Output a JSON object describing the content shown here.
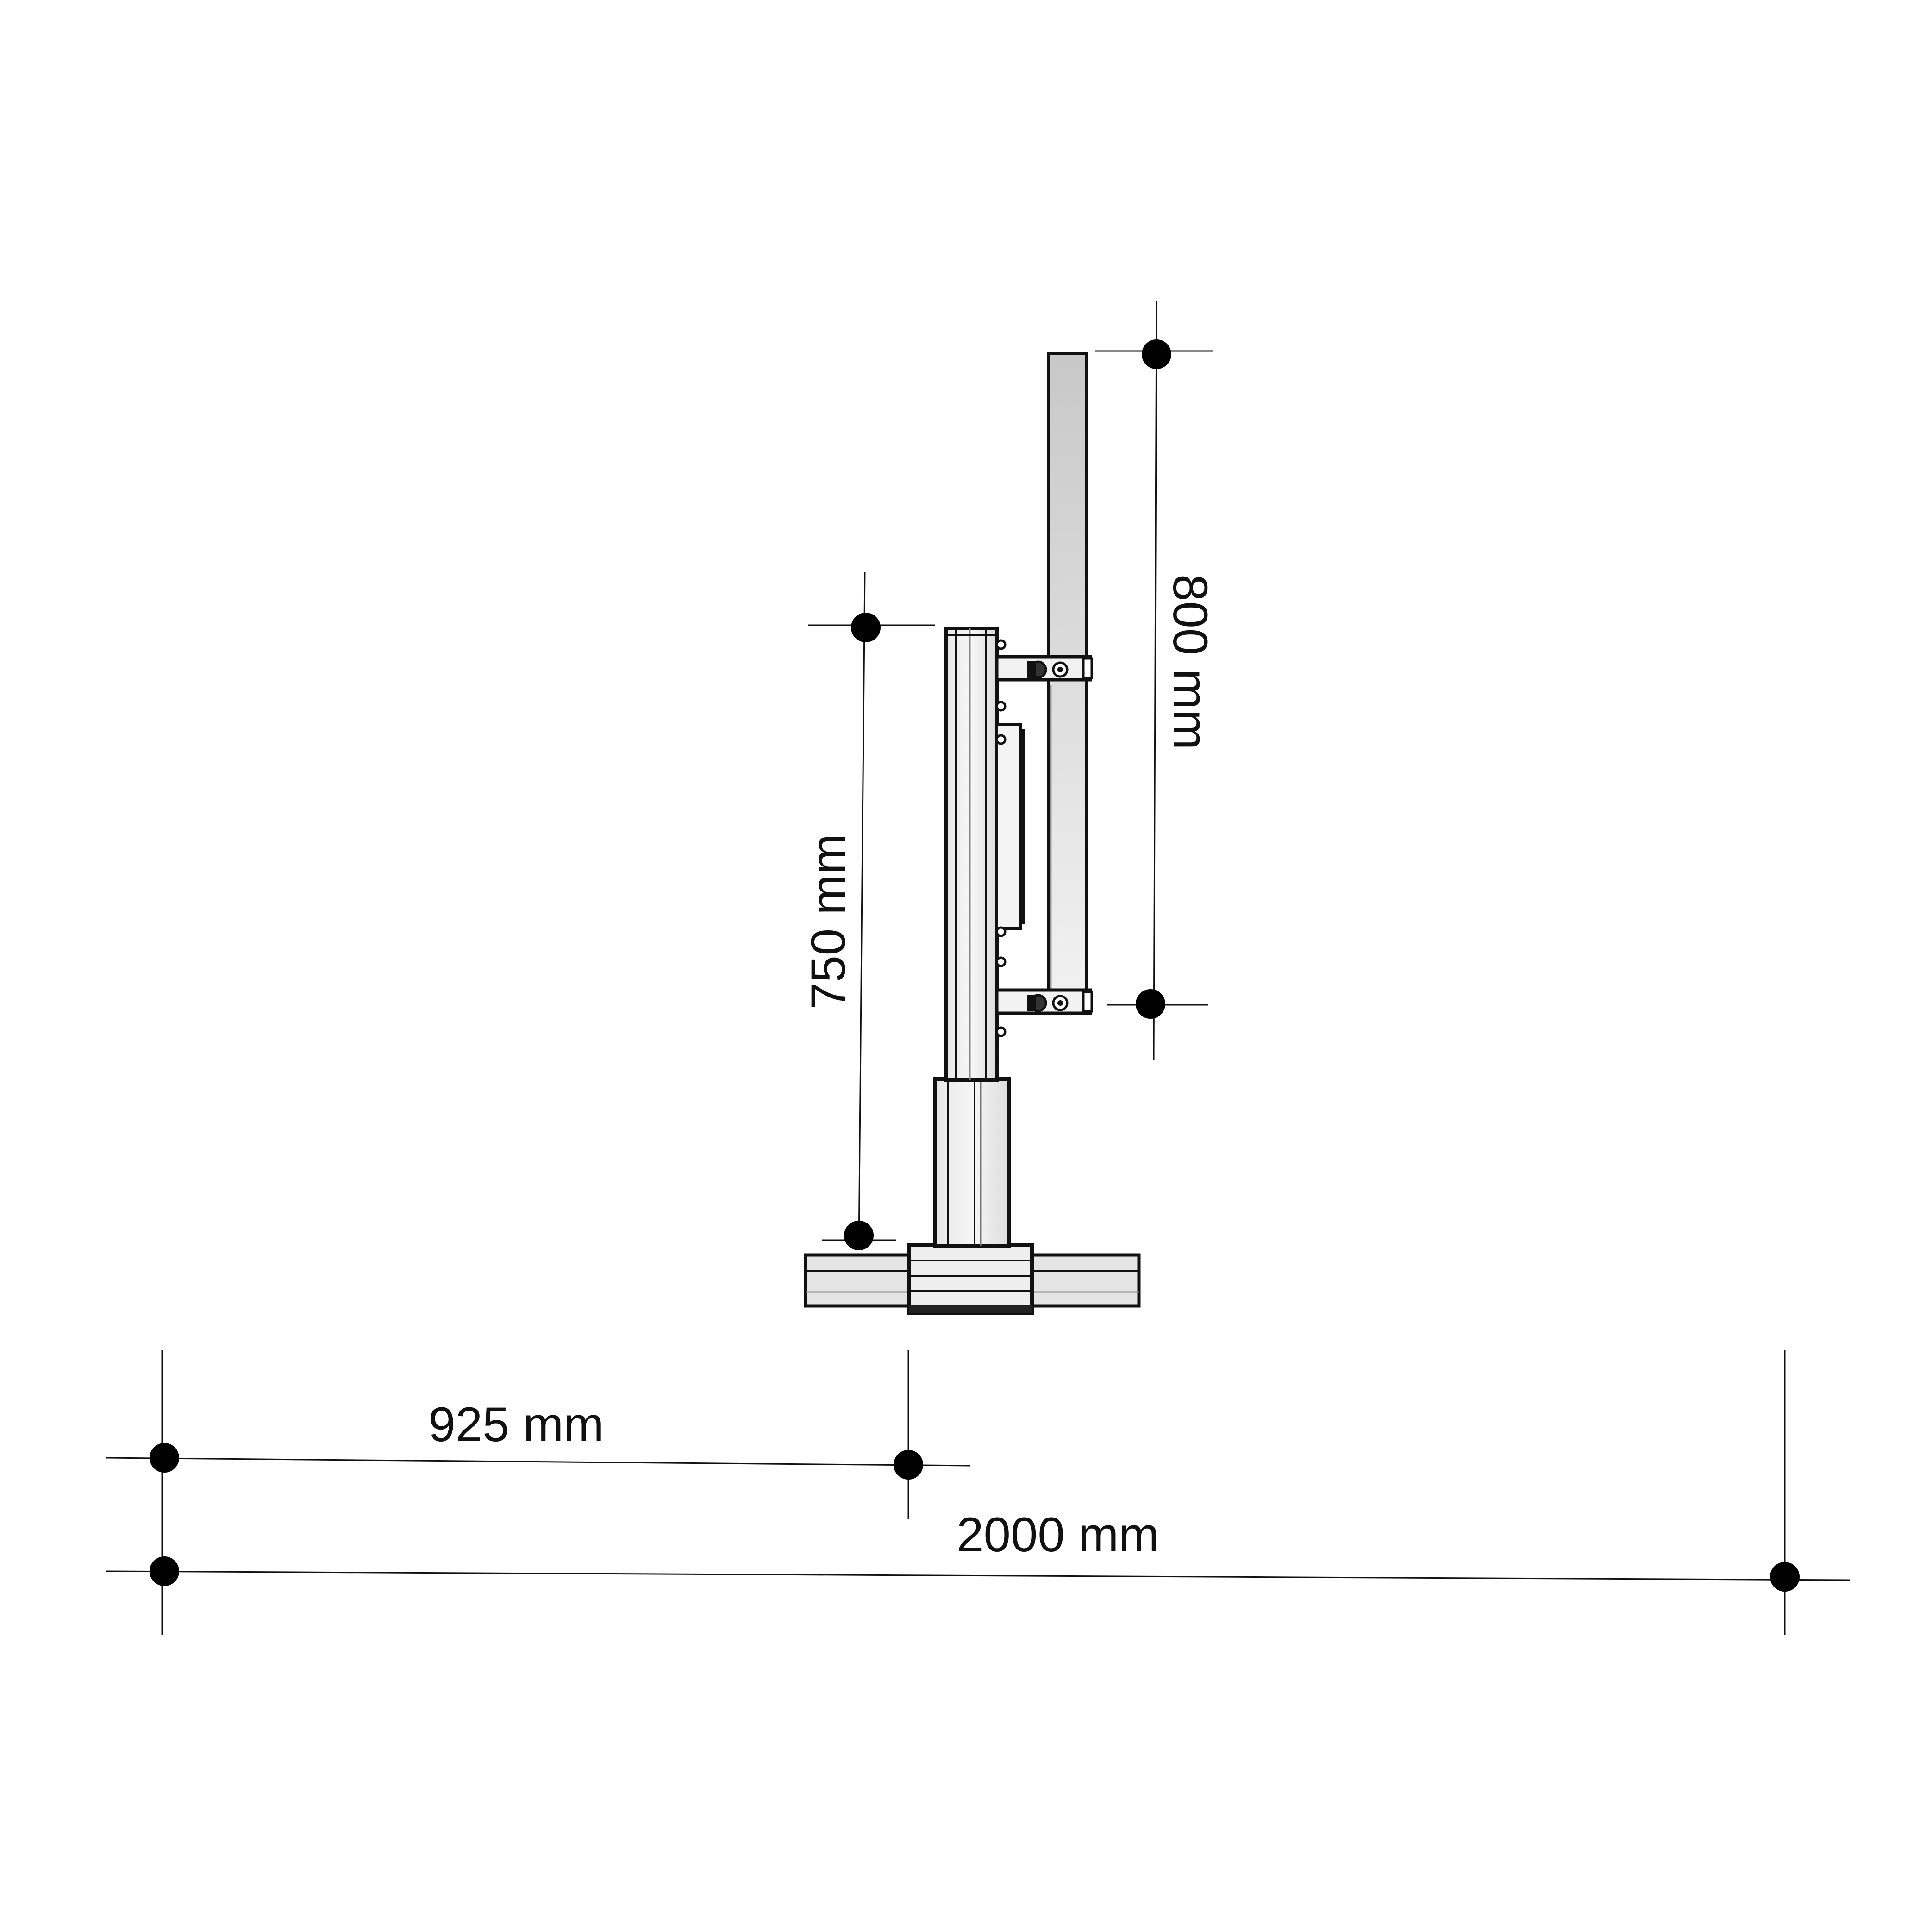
{
  "dimensions": {
    "post_height": "800 mm",
    "column_height": "750 mm",
    "center_offset": "925 mm",
    "overall_width": "2000 mm"
  },
  "colors": {
    "ink": "#111111",
    "ballast_fill": "#2b2b2b",
    "ballast_top": "#3a3a3a",
    "metal_light": "#f0f0f0",
    "metal_mid": "#d8d8d8",
    "post_gray": "#cfcfcf",
    "dot": "#000000"
  }
}
